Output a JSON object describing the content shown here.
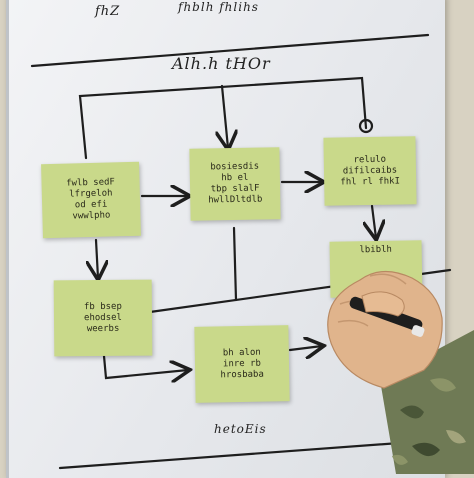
{
  "top_corner_scribbles": [
    "fhZ",
    "fhblh fhlihs"
  ],
  "title": "Alh.h tHOr",
  "footer_scribble": "hetoEis",
  "notes": [
    {
      "id": "left-top",
      "text": "fwlb sedF\nlfrgeloh\nod efi\nvwwlpho"
    },
    {
      "id": "center-top",
      "text": "bosiesdis\nhb el\ntbp slalF\nhwllDltdlb"
    },
    {
      "id": "right-top",
      "text": "relulo\ndifilcaibs\nfhl rl fhkI"
    },
    {
      "id": "right-mid",
      "text": "lbiblh"
    },
    {
      "id": "left-bottom",
      "text": "fb bsep\nehodsel\nweerbs"
    },
    {
      "id": "center-bottom",
      "text": "bh alon\ninre rb\nhrosbaba"
    }
  ],
  "colors": {
    "sticky_note": "#c9d98a",
    "board": "#eceef1",
    "marker": "#1e1e1e",
    "wall": "#d8d2c2"
  }
}
